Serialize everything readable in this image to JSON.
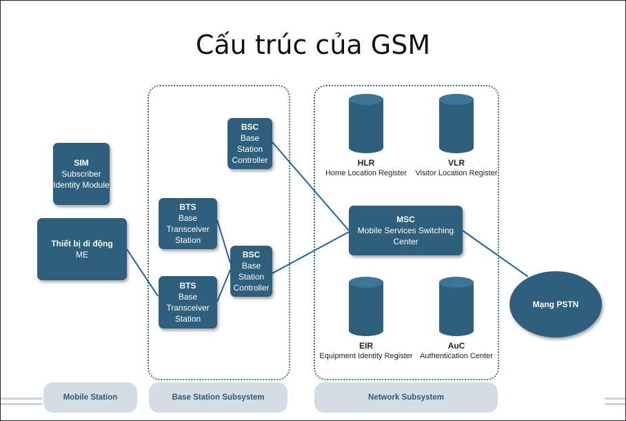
{
  "title": "Cấu trúc của GSM",
  "mobile_station": {
    "sim": {
      "abbr": "SIM",
      "line1": "Subscriber",
      "line2": "Identity Module"
    },
    "me": {
      "abbr": "Thiết bị di động",
      "line1": "ME"
    }
  },
  "bss": {
    "bsc_top": {
      "abbr": "BSC",
      "line1": "Base Station",
      "line2": "Controller"
    },
    "bsc_bottom": {
      "abbr": "BSC",
      "line1": "Base Station",
      "line2": "Controller"
    },
    "bts_top": {
      "abbr": "BTS",
      "line1": "Base Transceiver",
      "line2": "Station"
    },
    "bts_bottom": {
      "abbr": "BTS",
      "line1": "Base Transceiver",
      "line2": "Station"
    }
  },
  "nss": {
    "hlr": {
      "abbr": "HLR",
      "name": "Home Location Register"
    },
    "vlr": {
      "abbr": "VLR",
      "name": "Visitor Location Register"
    },
    "msc": {
      "abbr": "MSC",
      "name": "Mobile Services Switching Center"
    },
    "eir": {
      "abbr": "EIR",
      "name": "Equipment Identity Register"
    },
    "auc": {
      "abbr": "AuC",
      "name": "Authentication Center"
    }
  },
  "pstn": "Mạng PSTN",
  "footer": {
    "mobile_station": "Mobile Station",
    "bss": "Base Station Subsystem",
    "nss": "Network Subsystem"
  },
  "colors": {
    "box": "#2e5f7c",
    "link": "#1f5fa8",
    "footer_bg": "#d4dde3"
  }
}
